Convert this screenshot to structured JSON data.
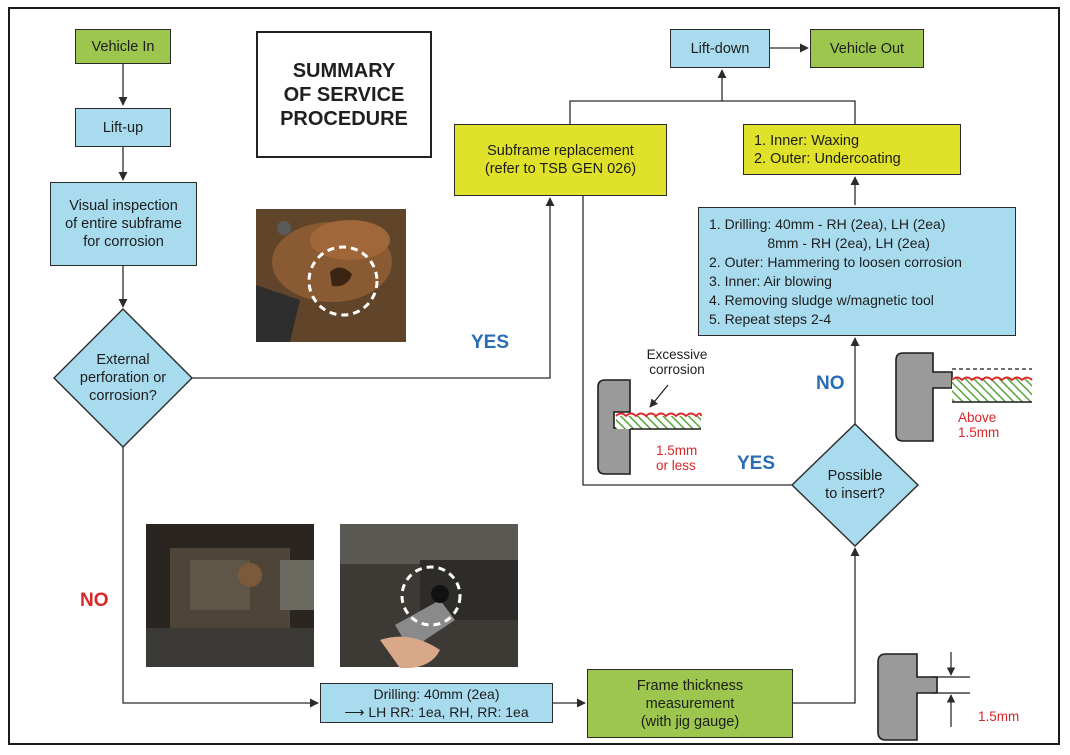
{
  "title": "SUMMARY\nOF SERVICE\nPROCEDURE",
  "nodes": {
    "vehicle_in": "Vehicle In",
    "lift_up": "Lift-up",
    "visual_inspection": "Visual inspection\nof entire subframe\nfor corrosion",
    "external_perforation": "External\nperforation or\ncorrosion?",
    "drilling_40mm": "Drilling: 40mm (2ea)\n⟶ LH RR: 1ea, RH, RR: 1ea",
    "frame_thickness": "Frame thickness\nmeasurement\n(with jig gauge)",
    "possible_to_insert": "Possible\nto insert?",
    "subframe_replacement": "Subframe replacement\n(refer to TSB GEN 026)",
    "drilling_steps": "1. Drilling: 40mm - RH (2ea), LH (2ea)\n               8mm - RH (2ea), LH (2ea)\n2. Outer: Hammering to loosen corrosion\n3. Inner: Air blowing\n4. Removing sludge w/magnetic tool\n5. Repeat steps 2-4",
    "waxing": "1. Inner: Waxing\n2. Outer: Undercoating",
    "lift_down": "Lift-down",
    "vehicle_out": "Vehicle Out"
  },
  "labels": {
    "yes_top": "YES",
    "yes_bottom": "YES",
    "no_left": "NO",
    "no_right": "NO"
  },
  "annotations": {
    "excessive_corrosion": "Excessive\ncorrosion",
    "thin_limit": "1.5mm\nor less",
    "above_limit": "Above\n1.5mm",
    "gauge_limit": "1.5mm"
  },
  "colors": {
    "green": "#9cc64e",
    "blue": "#a9dbee",
    "yellow": "#dfe12b",
    "yes_blue": "#2a6db5",
    "no_red": "#d9262a"
  }
}
